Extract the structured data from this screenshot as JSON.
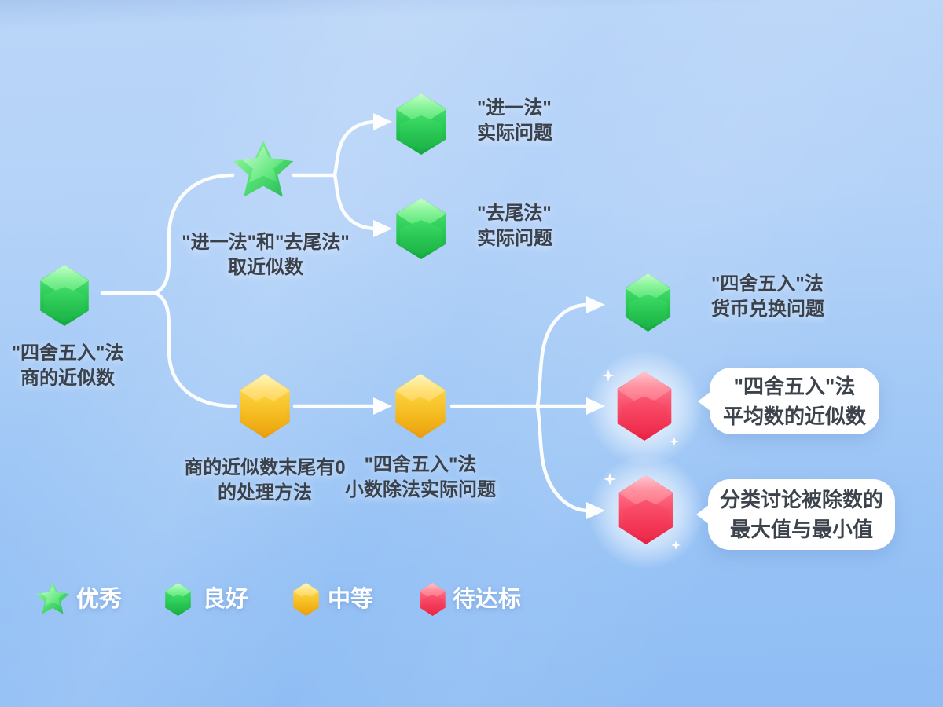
{
  "nodes": {
    "root": {
      "line1": "\"四舍五入\"法",
      "line2": "商的近似数"
    },
    "round_methods": {
      "line1": "\"进一法\"和\"去尾法\"",
      "line2": "取近似数"
    },
    "jinyifa": {
      "line1": "\"进一法\"",
      "line2": "实际问题"
    },
    "quweifa": {
      "line1": "\"去尾法\"",
      "line2": "实际问题"
    },
    "trailing_zero": {
      "line1": "商的近似数末尾有0",
      "line2": "的处理方法"
    },
    "decimal_division": {
      "line1": "\"四舍五入\"法",
      "line2": "小数除法实际问题"
    },
    "currency": {
      "line1": "\"四舍五入\"法",
      "line2": "货币兑换问题"
    },
    "average": {
      "line1": "\"四舍五入\"法",
      "line2": "平均数的近似数"
    },
    "dividend_range": {
      "line1": "分类讨论被除数的",
      "line2": "最大值与最小值"
    }
  },
  "legend": {
    "items": [
      {
        "icon": "star-icon",
        "label": "优秀"
      },
      {
        "icon": "green-gem-icon",
        "label": "良好"
      },
      {
        "icon": "yellow-gem-icon",
        "label": "中等"
      },
      {
        "icon": "red-gem-icon",
        "label": "待达标"
      }
    ]
  },
  "colors": {
    "background_top": "#b9d5f8",
    "background_bottom": "#8fbdf4",
    "connector": "#ffffff",
    "label_text": "#3a414b",
    "legend_text": "#ffffff",
    "green": "#2fd05c",
    "yellow": "#f9c62e",
    "red": "#fa5470",
    "bubble_bg": "#ffffff"
  }
}
